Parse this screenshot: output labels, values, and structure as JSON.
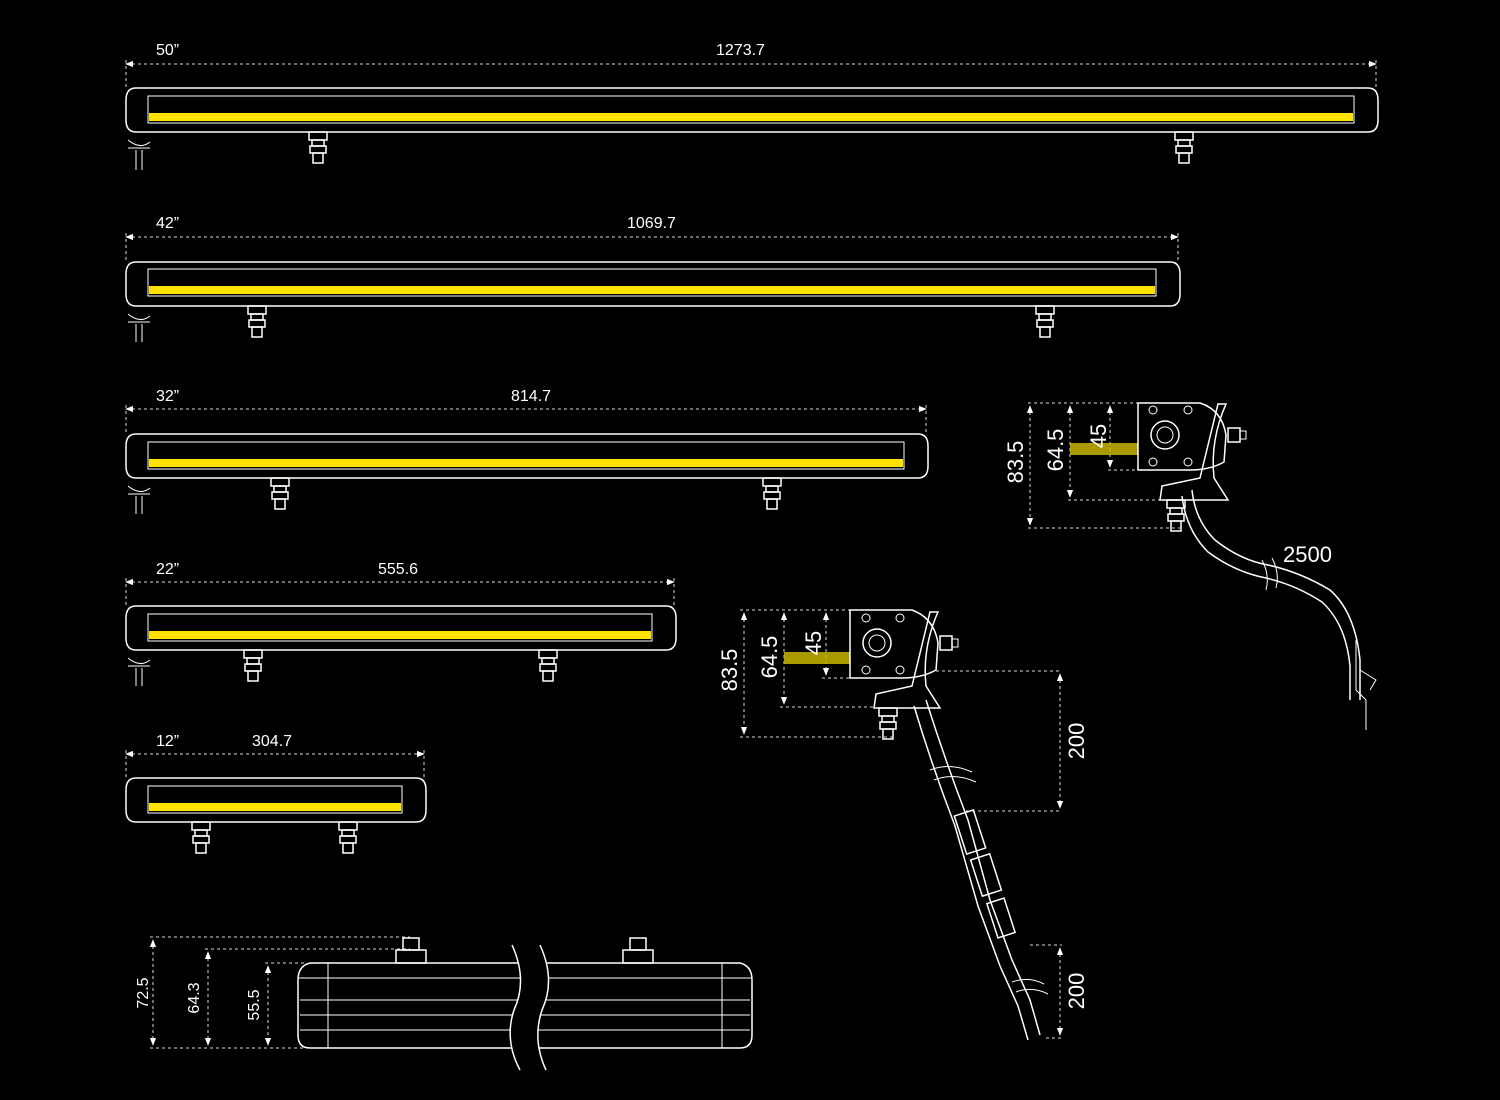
{
  "colors": {
    "background": "#000000",
    "line": "#ffffff",
    "led": "#ffe200"
  },
  "bars": [
    {
      "size": "50”",
      "length": "1273.7"
    },
    {
      "size": "42”",
      "length": "1069.7"
    },
    {
      "size": "32”",
      "length": "814.7"
    },
    {
      "size": "22”",
      "length": "555.6"
    },
    {
      "size": "12”",
      "length": "304.7"
    }
  ],
  "side_view_top": {
    "h_total": "83.5",
    "h_mid": "64.5",
    "h_lens": "45",
    "cable": "2500"
  },
  "side_view_mid": {
    "h_total": "83.5",
    "h_mid": "64.5",
    "h_lens": "45",
    "cable_a": "200",
    "cable_b": "200"
  },
  "back_view": {
    "h_total": "72.5",
    "h_mid": "64.3",
    "h_body": "55.5"
  }
}
